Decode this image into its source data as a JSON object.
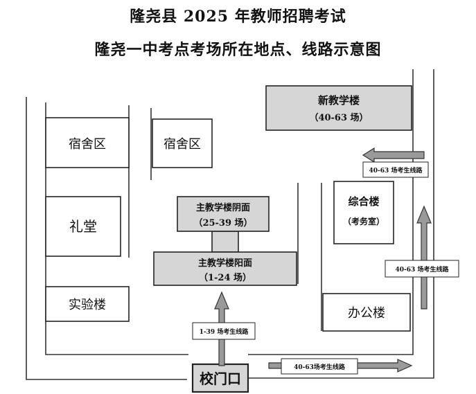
{
  "header": {
    "title": "隆尧县 2025 年教师招聘考试",
    "subtitle": "隆尧一中考点考场所在地点、线路示意图"
  },
  "buildings": {
    "new_teaching": {
      "name": "新教学楼",
      "rooms": "（40-63 场）"
    },
    "dorm_left": {
      "name": "宿舍区"
    },
    "dorm_mid": {
      "name": "宿舍区"
    },
    "auditorium": {
      "name": "礼堂"
    },
    "lab": {
      "name": "实验楼"
    },
    "main_shade": {
      "name": "主教学楼阴面",
      "rooms": "（25-39 场）"
    },
    "main_sun": {
      "name": "主教学楼阳面",
      "rooms": "（1-24 场）"
    },
    "complex": {
      "name": "综合楼",
      "note": "（考务室）"
    },
    "office": {
      "name": "办公楼"
    },
    "gate": {
      "name": "校门口"
    }
  },
  "routes": {
    "top_right": "40-63 场考生线路",
    "right_mid": "40-63 场考生线路",
    "center": "1-39 场考生线路",
    "bottom": "40-63场考生线路"
  },
  "colors": {
    "grey_fill": "#d6d6d6",
    "arrow_fill": "#9a9a9a"
  }
}
